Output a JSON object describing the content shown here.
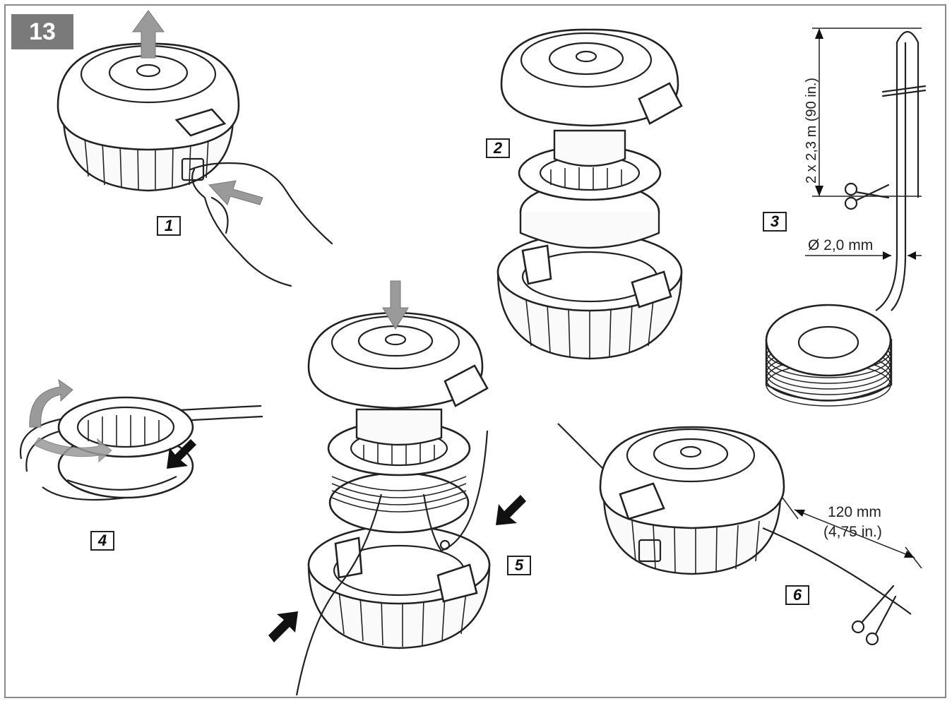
{
  "figure": {
    "number": "13"
  },
  "steps": [
    {
      "label": "1"
    },
    {
      "label": "2"
    },
    {
      "label": "3"
    },
    {
      "label": "4"
    },
    {
      "label": "5"
    },
    {
      "label": "6"
    }
  ],
  "step3": {
    "length_label": "2 x 2,3 m (90 in.)",
    "diameter_label": "Ø 2,0 mm"
  },
  "step6": {
    "length_mm": "120 mm",
    "length_in": "(4,75 in.)"
  },
  "colors": {
    "figure_badge": "#7a7a7a",
    "frame": "#8a8a8a",
    "grey_arrow": "#9a9a9a",
    "black_arrow": "#111111"
  }
}
